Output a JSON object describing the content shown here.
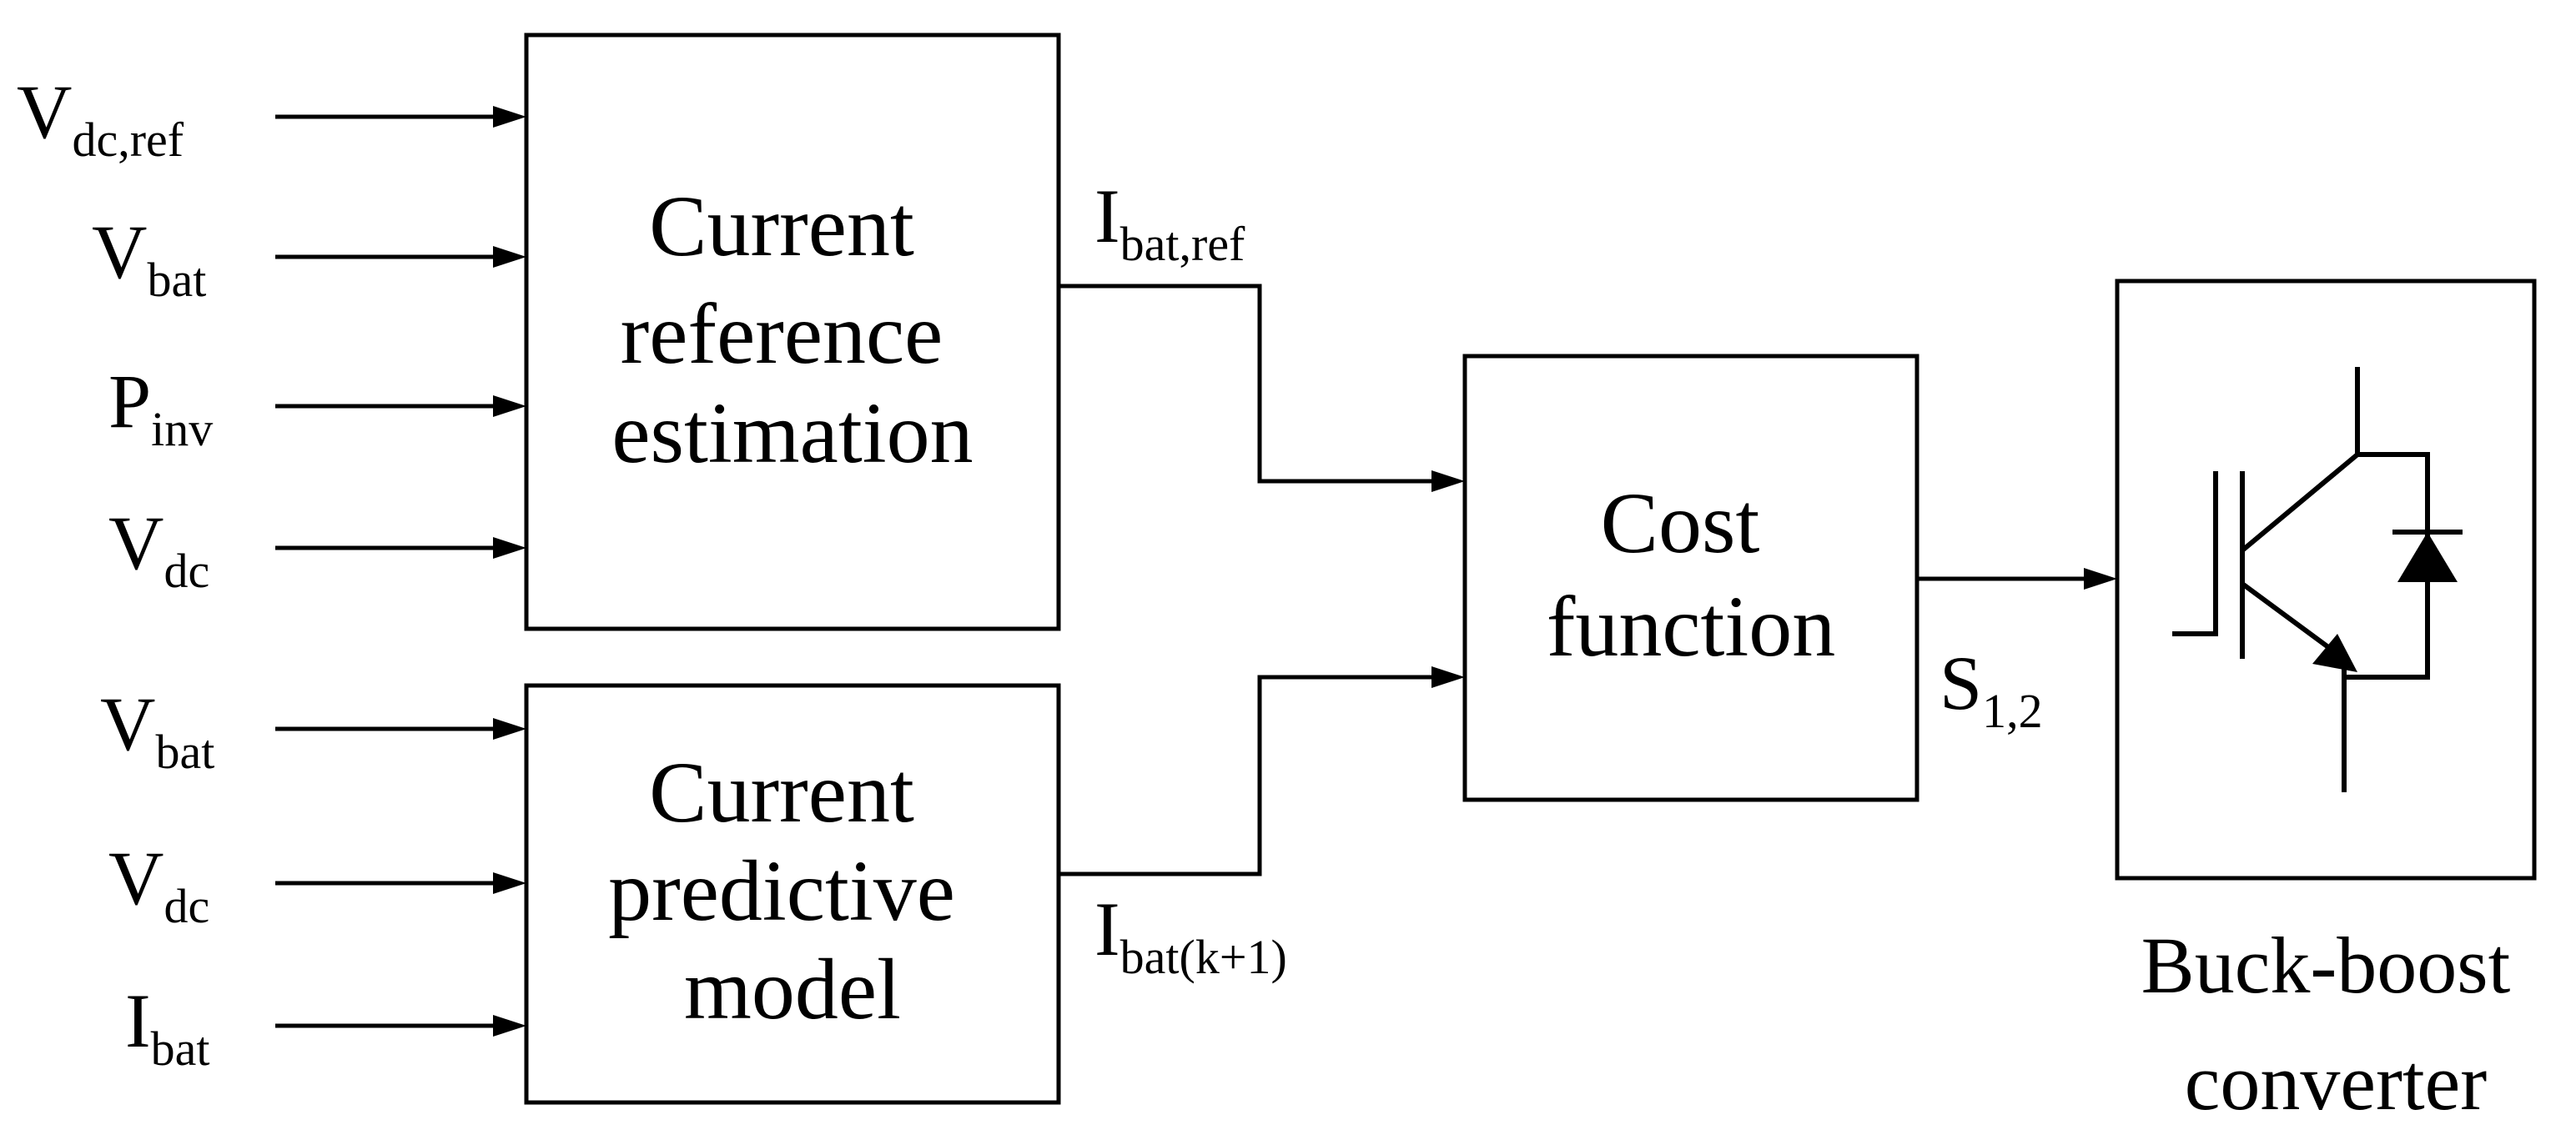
{
  "blocks": {
    "current_reference_estimation": {
      "lines": [
        "Current",
        "reference",
        "estimation"
      ]
    },
    "current_predictive_model": {
      "lines": [
        "Current",
        "predictive",
        "model"
      ]
    },
    "cost_function": {
      "lines": [
        "Cost",
        "function"
      ]
    },
    "buck_boost_converter": {
      "caption_lines": [
        "Buck-boost",
        "converter"
      ],
      "icon": "igbt-with-antiparallel-diode-icon"
    }
  },
  "inputs_reference": [
    {
      "main": "V",
      "sub": "dc,ref"
    },
    {
      "main": "V",
      "sub": "bat"
    },
    {
      "main": "P",
      "sub": "inv"
    },
    {
      "main": "V",
      "sub": "dc"
    }
  ],
  "inputs_predictive": [
    {
      "main": "V",
      "sub": "bat"
    },
    {
      "main": "V",
      "sub": "dc"
    },
    {
      "main": "I",
      "sub": "bat"
    }
  ],
  "signals": {
    "reference_output": {
      "main": "I",
      "sub": "bat,ref"
    },
    "prediction_output": {
      "main": "I",
      "sub": "bat(k+1)"
    },
    "switching_signal": {
      "main": "S",
      "sub": "1,2"
    }
  }
}
